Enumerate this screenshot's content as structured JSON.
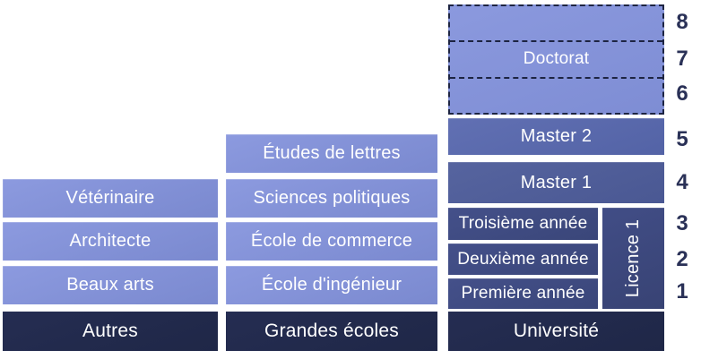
{
  "diagram": {
    "columns": {
      "autres": {
        "boxes": [
          {
            "label": "Vétérinaire"
          },
          {
            "label": "Architecte"
          },
          {
            "label": "Beaux arts"
          }
        ],
        "footer": "Autres"
      },
      "grandes_ecoles": {
        "boxes": [
          {
            "label": "Études de lettres"
          },
          {
            "label": "Sciences politiques"
          },
          {
            "label": "École de commerce"
          },
          {
            "label": "École d'ingénieur"
          }
        ],
        "footer": "Grandes écoles"
      },
      "universite": {
        "doctorat_label": "Doctorat",
        "master2_label": "Master 2",
        "master1_label": "Master 1",
        "years": [
          {
            "label": "Troisième année"
          },
          {
            "label": "Deuxième année"
          },
          {
            "label": "Première année"
          }
        ],
        "licence_label": "Licence 1",
        "footer": "Université"
      }
    },
    "level_numbers": [
      "8",
      "7",
      "6",
      "5",
      "4",
      "3",
      "2",
      "1"
    ]
  },
  "colors": {
    "background": "#FFFFFF",
    "label_text": "#FFFFFF",
    "periwinkle_top": "#8C9ADF",
    "periwinkle_bottom": "#7A89CF",
    "doctorat_top": "#8B99DE",
    "doctorat_bottom": "#7E8DD4",
    "master2_top": "#6170B3",
    "master2_bottom": "#5363A6",
    "master1_top": "#56649F",
    "master1_bottom": "#4A5893",
    "year_top": "#44508A",
    "year_bottom": "#3A4679",
    "licence_top": "#414D86",
    "licence_bottom": "#384374",
    "footer_top": "#252D52",
    "footer_bottom": "#1F2747",
    "number_text": "#2A3157",
    "dash": "#1D2442"
  }
}
